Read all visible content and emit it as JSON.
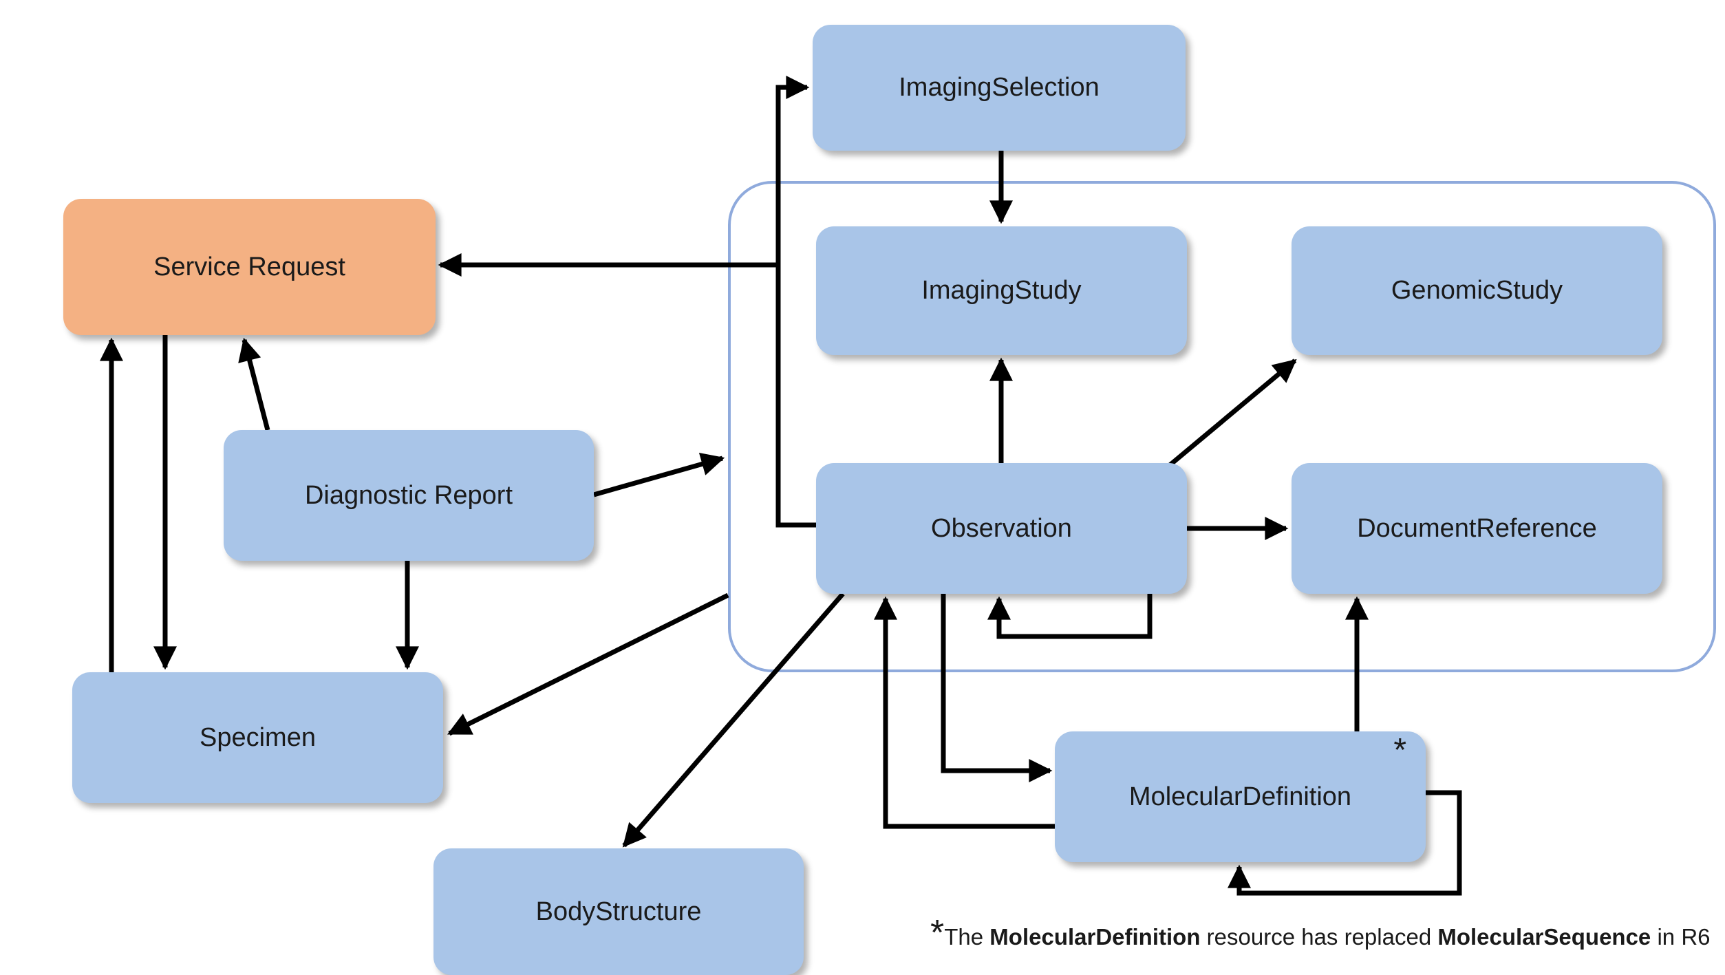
{
  "diagram": {
    "nodes": [
      {
        "id": "imaging-selection",
        "label": "ImagingSelection"
      },
      {
        "id": "service-request",
        "label": "Service Request"
      },
      {
        "id": "imaging-study",
        "label": "ImagingStudy"
      },
      {
        "id": "genomic-study",
        "label": "GenomicStudy"
      },
      {
        "id": "diagnostic-report",
        "label": "Diagnostic Report"
      },
      {
        "id": "observation",
        "label": "Observation"
      },
      {
        "id": "document-reference",
        "label": "DocumentReference"
      },
      {
        "id": "specimen",
        "label": "Specimen"
      },
      {
        "id": "molecular-definition",
        "label": "MolecularDefinition",
        "badge": "*"
      },
      {
        "id": "body-structure",
        "label": "BodyStructure"
      }
    ],
    "group": {
      "id": "resource-group",
      "contains": [
        "imaging-study",
        "genomic-study",
        "observation",
        "document-reference"
      ]
    },
    "edges": [
      {
        "from": "observation",
        "to": "imaging-selection"
      },
      {
        "from": "imaging-selection",
        "to": "imaging-study"
      },
      {
        "from": "observation",
        "to": "imaging-study"
      },
      {
        "from": "observation",
        "to": "genomic-study"
      },
      {
        "from": "observation",
        "to": "document-reference"
      },
      {
        "from": "observation",
        "to": "observation"
      },
      {
        "from": "resource-group",
        "to": "service-request"
      },
      {
        "from": "diagnostic-report",
        "to": "service-request"
      },
      {
        "from": "specimen",
        "to": "service-request"
      },
      {
        "from": "service-request",
        "to": "specimen"
      },
      {
        "from": "diagnostic-report",
        "to": "specimen"
      },
      {
        "from": "diagnostic-report",
        "to": "resource-group"
      },
      {
        "from": "resource-group",
        "to": "specimen"
      },
      {
        "from": "observation",
        "to": "body-structure"
      },
      {
        "from": "observation",
        "to": "molecular-definition"
      },
      {
        "from": "molecular-definition",
        "to": "observation"
      },
      {
        "from": "molecular-definition",
        "to": "document-reference"
      },
      {
        "from": "molecular-definition",
        "to": "molecular-definition"
      }
    ],
    "footnote": {
      "star": "*",
      "text_1": "The ",
      "bold_1": "MolecularDefinition",
      "text_2": " resource has replaced ",
      "bold_2": "MolecularSequence",
      "text_3": " in R6"
    },
    "colors": {
      "node_fill": "#a9c5e8",
      "accent_fill": "#f4b183",
      "group_border": "#8faadc",
      "arrow": "#000000"
    }
  }
}
